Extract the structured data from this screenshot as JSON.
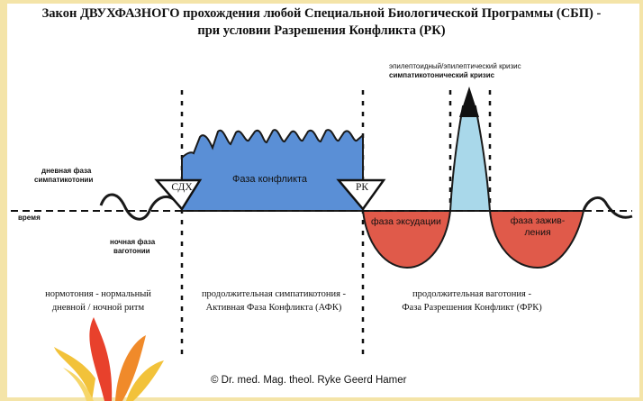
{
  "title": {
    "line1": "Закон ДВУХФАЗНОГО прохождения любой Специальной Биологической Программы (СБП) -",
    "line2": "при условии Разрешения Конфликта (РК)"
  },
  "labels": {
    "epileptoid": "эпилептоидный/эпилептический кризис",
    "sympathotonic_crisis": "симпатикотонический кризис",
    "day_phase_1": "дневная фаза",
    "day_phase_2": "симпатикотонии",
    "time": "время",
    "night_phase_1": "ночная фаза",
    "night_phase_2": "ваготонии",
    "sdh": "СДХ",
    "rk": "РК",
    "conflict_phase": "Фаза конфликта",
    "exudation_phase": "фаза эксудации",
    "healing_phase_1": "фаза зажив-",
    "healing_phase_2": "ления"
  },
  "bottom": {
    "normotonia_1": "нормотония - нормальный",
    "normotonia_2": "дневной / ночной ритм",
    "afk_1": "продолжительная симпатикотония -",
    "afk_2": "Активная Фаза Конфликта (АФК)",
    "frk_1": "продолжительная ваготония -",
    "frk_2": "Фаза Разрешения Конфликт (ФРК)"
  },
  "copyright": "© Dr. med. Mag. theol. Ryke Geerd Hamer",
  "icons": {
    "logo": "flame-logo-icon",
    "crisis_arrow": "up-arrow-icon"
  },
  "colors": {
    "conflict_fill": "#5a8fd6",
    "healing_fill": "#e05a4a",
    "crisis_fill": "#a9d8ea",
    "border": "#f4e4a8"
  }
}
